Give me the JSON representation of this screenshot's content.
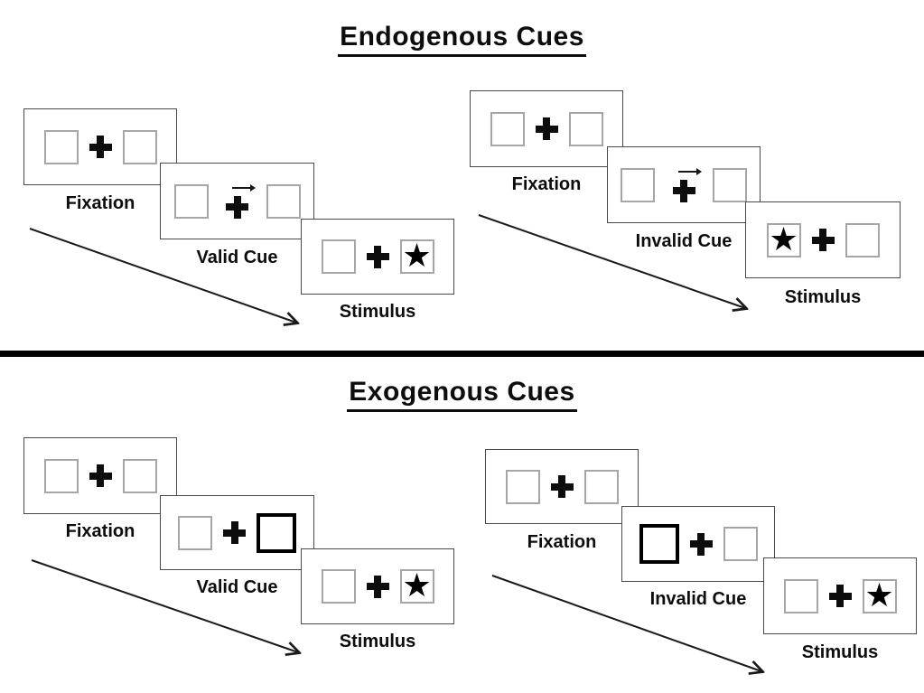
{
  "icons": {
    "star_glyph": "★"
  },
  "colors": {
    "ink": "#0d0d0d",
    "panel_border": "#4a4a4a",
    "placeholder_box_border": "#a6a6a6",
    "highlight_box_border": "#000000",
    "divider": "#000000"
  },
  "sections": [
    {
      "title": "Endogenous Cues",
      "cue_style": "central arrow above fixation cross",
      "sequences": [
        {
          "name": "valid-trial",
          "panels": [
            {
              "label": "Fixation",
              "kind": "fixation"
            },
            {
              "label": "Valid Cue",
              "kind": "arrow-cue",
              "cue_direction": "right"
            },
            {
              "label": "Stimulus",
              "kind": "stimulus",
              "star_side": "right"
            }
          ]
        },
        {
          "name": "invalid-trial",
          "panels": [
            {
              "label": "Fixation",
              "kind": "fixation"
            },
            {
              "label": "Invalid Cue",
              "kind": "arrow-cue",
              "cue_direction": "right"
            },
            {
              "label": "Stimulus",
              "kind": "stimulus",
              "star_side": "left"
            }
          ]
        }
      ]
    },
    {
      "title": "Exogenous Cues",
      "cue_style": "peripheral box brightening",
      "sequences": [
        {
          "name": "valid-trial",
          "panels": [
            {
              "label": "Fixation",
              "kind": "fixation"
            },
            {
              "label": "Valid Cue",
              "kind": "highlight-cue",
              "highlight_side": "right"
            },
            {
              "label": "Stimulus",
              "kind": "stimulus",
              "star_side": "right"
            }
          ]
        },
        {
          "name": "invalid-trial",
          "panels": [
            {
              "label": "Fixation",
              "kind": "fixation"
            },
            {
              "label": "Invalid Cue",
              "kind": "highlight-cue",
              "highlight_side": "left"
            },
            {
              "label": "Stimulus",
              "kind": "stimulus",
              "star_side": "right"
            }
          ]
        }
      ]
    }
  ]
}
